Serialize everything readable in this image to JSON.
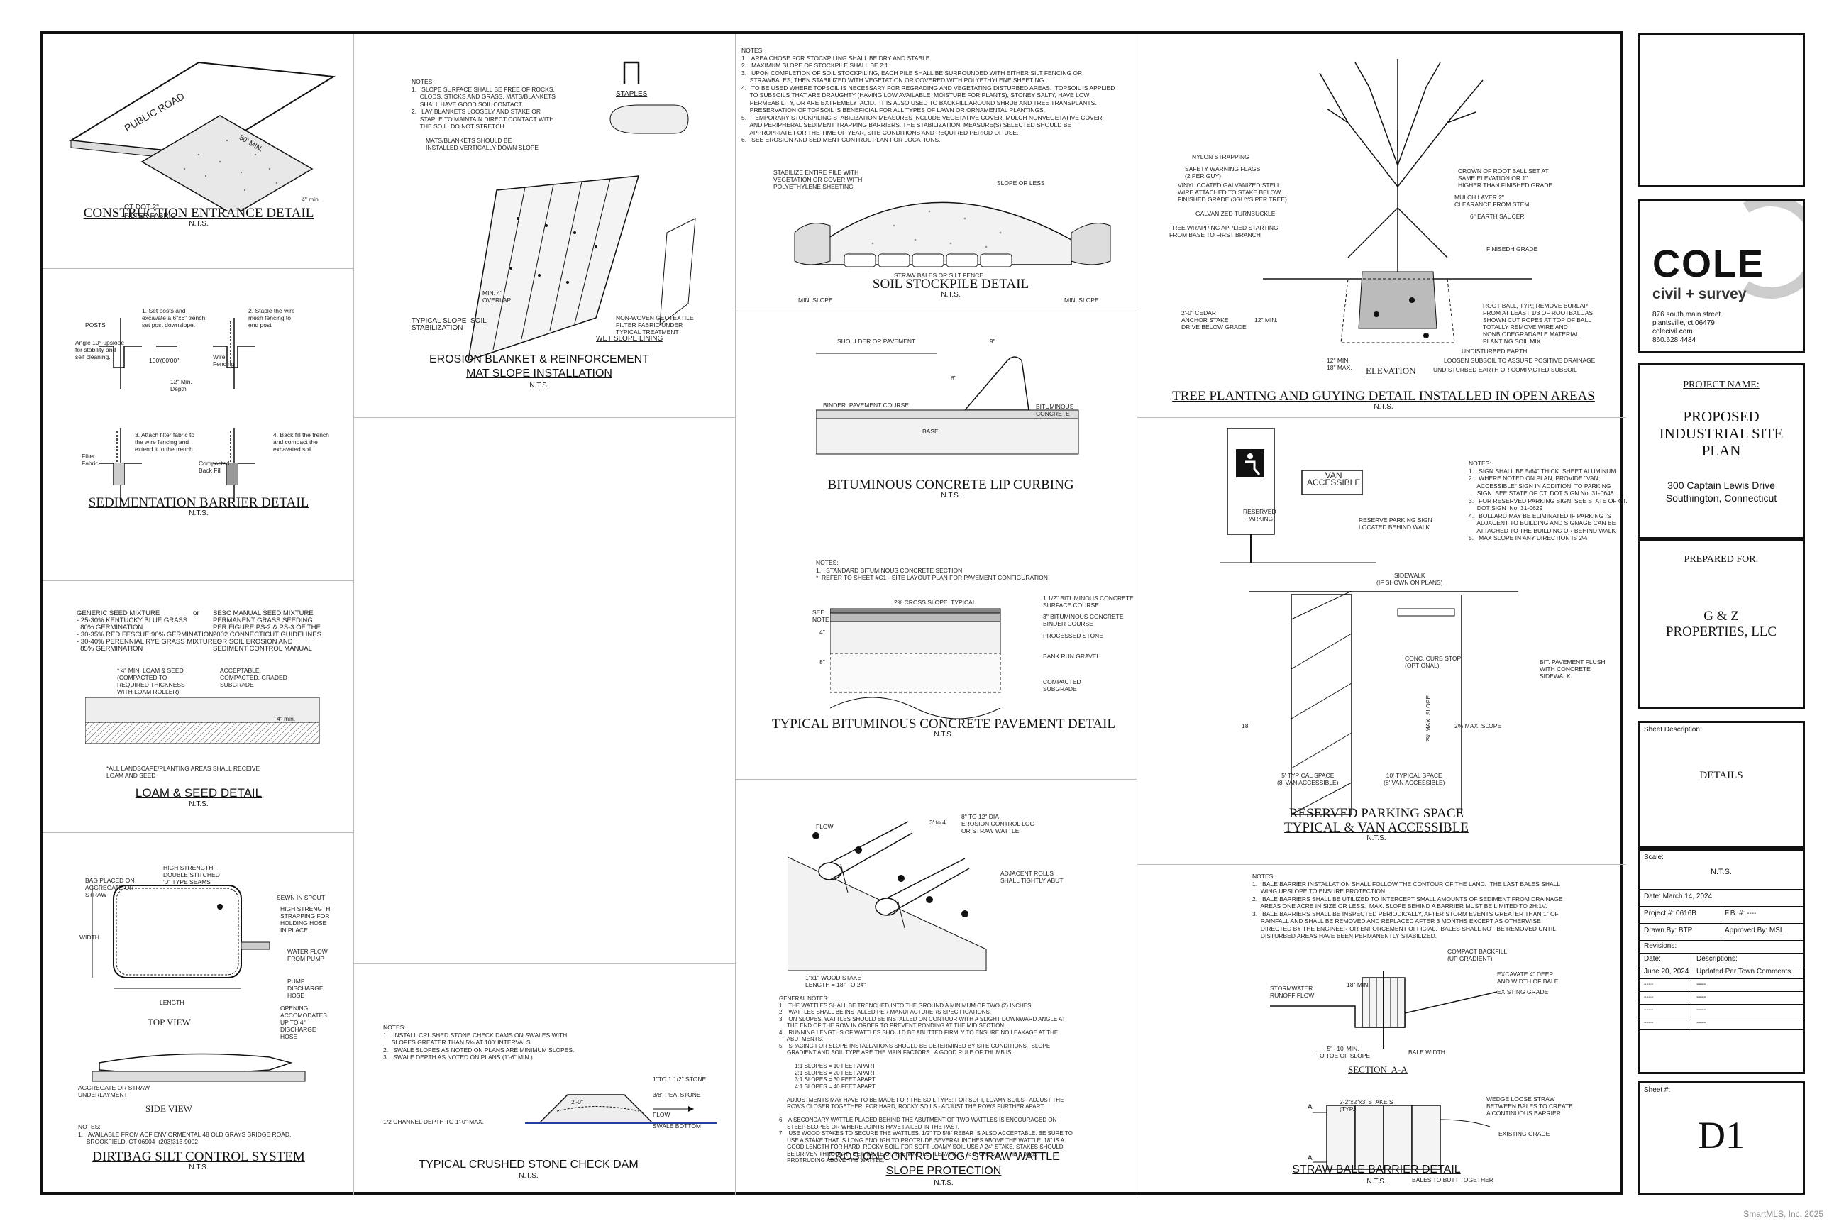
{
  "details": {
    "construction_entrance": {
      "title": "CONSTRUCTION ENTRANCE DETAIL",
      "nts": "N.T.S.",
      "labels": [
        "PUBLIC ROAD",
        "50' MIN.",
        "4\" min.",
        "CT DOT 2\"",
        "FILTER FABRIC"
      ]
    },
    "sedimentation_barrier": {
      "title": "SEDIMENTATION BARRIER DETAIL",
      "nts": "N.T.S.",
      "labels": [
        "1. Set posts and\nexcavate a 6\"x6\" trench,\nset post downslope.",
        "2. Staple the wire\nmesh fencing to\nend post",
        "POSTS",
        "Angle 10° upslope\nfor stability and\nself cleaning.",
        "100'(00'00\"",
        "12\" Min.\nDepth",
        "Wire\nFencing",
        "3. Attach filter fabric to\nthe wire fencing and\nextend it to the trench.",
        "4. Back fill the trench\nand compact the\nexcavated soil",
        "Filter\nFabric.",
        "Compacted\nBack Fill"
      ]
    },
    "loam_seed": {
      "title": "LOAM & SEED DETAIL",
      "nts": "N.T.S.",
      "generic": "GENERIC SEED MIXTURE\n- 25-30% KENTUCKY BLUE GRASS\n  80% GERMINATION\n- 30-35% RED FESCUE 90% GERMINATION\n- 30-40% PERENNIAL RYE GRASS MIXTURES\n  85% GERMINATION",
      "or": "or",
      "sesc": "SESC MANUAL SEED MIXTURE\nPERMANENT GRASS SEEDING\nPER FIGURE PS-2 & PS-3 OF THE\n2002 CONNECTICUT GUIDELINES\nFOR SOIL EROSION AND\nSEDIMENT CONTROL MANUAL",
      "labels": [
        "* 4\" MIN. LOAM & SEED\n(COMPACTED TO\nREQUIRED THICKNESS\nWITH LOAM ROLLER)",
        "ACCEPTABLE,\nCOMPACTED, GRADED\nSUBGRADE",
        "4\" min.",
        "*ALL LANDSCAPE/PLANTING AREAS SHALL RECEIVE\nLOAM AND SEED"
      ]
    },
    "dirtbag": {
      "title": "DIRTBAG SILT CONTROL SYSTEM",
      "nts": "N.T.S.",
      "top": "TOP VIEW",
      "side": "SIDE VIEW",
      "labels": [
        "BAG PLACED ON\nAGGREGATE OR\nSTRAW",
        "HIGH STRENGTH\nDOUBLE STITCHED\n\"J\" TYPE SEAMS",
        "SEWN IN SPOUT",
        "HIGH STRENGTH\nSTRAPPING FOR\nHOLDING HOSE\nIN PLACE",
        "WATER FLOW\nFROM PUMP",
        "PUMP\nDISCHARGE\nHOSE",
        "OPENING\nACCOMODATES\nUP TO 4\"\nDISCHARGE\nHOSE",
        "WIDTH",
        "LENGTH",
        "AGGREGATE OR STRAW\nUNDERLAYMENT"
      ],
      "notes": "NOTES:\n1.   AVAILABLE FROM ACF ENVIORMENTAL 48 OLD GRAYS BRIDGE ROAD,\n     BROOKFIELD, CT 06904  (203)313-9002"
    },
    "erosion_blanket": {
      "title1": "EROSION BLANKET & REINFORCEMENT",
      "title2": "MAT SLOPE INSTALLATION",
      "nts": "N.T.S.",
      "sub1": "TYPICAL SLOPE  SOIL\nSTABILIZATION",
      "sub2": "WET SLOPE LINING",
      "staples": "STAPLES",
      "notes": "NOTES:\n1.   SLOPE SURFACE SHALL BE FREE OF ROCKS,\n     CLODS, STICKS AND GRASS. MATS/BLANKETS\n     SHALL HAVE GOOD SOIL CONTACT.\n2.   LAY BLANKETS LOOSELY AND STAKE OR\n     STAPLE TO MAINTAIN DIRECT CONTACT WITH\n     THE SOIL. DO NOT STRETCH.",
      "labels": [
        "MATS/BLANKETS SHOULD BE\nINSTALLED VERTICALLY DOWN SLOPE",
        "MIN. 4\"\nOVERLAP",
        "NON-WOVEN GEOTEXTILE\nFILTER FABRIC UNDER\nTYPICAL TREATMENT"
      ]
    },
    "check_dam": {
      "title": "TYPICAL CRUSHED STONE CHECK DAM",
      "nts": "N.T.S.",
      "notes": "NOTES:\n1.   INSTALL CRUSHED STONE CHECK DAMS ON SWALES WITH\n     SLOPES GREATER THAN 5% AT 100' INTERVALS.\n2.   SWALE SLOPES AS NOTED ON PLANS ARE MINIMUM SLOPES.\n3.   SWALE DEPTH AS NOTED ON PLANS (1'-6\" MIN.)",
      "labels": [
        "1\"TO 1 1/2\" STONE",
        "3/8\" PEA  STONE",
        "2'-0\"",
        "FLOW",
        "SWALE BOTTOM",
        "1/2 CHANNEL DEPTH TO 1'-0\" MAX."
      ]
    },
    "soil_stockpile": {
      "title": "SOIL STOCKPILE DETAIL",
      "nts": "N.T.S.",
      "notes": "NOTES:\n1.   AREA CHOSE FOR STOCKPILING SHALL BE DRY AND STABLE.\n2.   MAXIMUM SLOPE OF STOCKPILE SHALL BE 2:1.\n3.   UPON COMPLETION OF SOIL STOCKPILING, EACH PILE SHALL BE SURROUNDED WITH EITHER SILT FENCING OR\n     STRAWBALES, THEN STABILIZED WITH VEGETATION OR COVERED WITH POLYETHYLENE SHEETING.\n4.   TO BE USED WHERE TOPSOIL IS NECESSARY FOR REGRADING AND VEGETATING DISTURBED AREAS.  TOPSOIL IS APPLIED\n     TO SUBSOILS THAT ARE DRAUGHTY (HAVING LOW AVAILABLE  MOISTURE FOR PLANTS), STONEY SALTY, HAVE LOW\n     PERMEABILITY, OR ARE EXTREMELY  ACID.  IT IS ALSO USED TO BACKFILL AROUND SHRUB AND TREE TRANSPLANTS.\n     PRESERVATION OF TOPSOIL IS BENEFICIAL FOR ALL TYPES OF LAWN OR ORNAMENTAL PLANTINGS.\n5.   TEMPORARY STOCKPILING STABILIZATION MEASURES INCLUDE VEGETATIVE COVER, MULCH NONVEGETATIVE COVER,\n     AND PERIPHERAL SEDIMENT TRAPPING BARRIERS. THE STABILIZATION  MEASURE(S) SELECTED SHOULD BE\n     APPROPRIATE FOR THE TIME OF YEAR, SITE CONDITIONS AND REQUIRED PERIOD OF USE.\n6.   SEE EROSION AND SEDIMENT CONTROL PLAN FOR LOCATIONS.",
      "labels": [
        "STABILIZE ENTIRE PILE WITH\nVEGETATION OR COVER WITH\nPOLYETHYLENE SHEETING",
        "SLOPE OR LESS",
        "STRAW BALES OR SILT FENCE",
        "MIN. SLOPE"
      ]
    },
    "lip_curbing": {
      "title": "BITUMINOUS CONCRETE LIP CURBING",
      "nts": "N.T.S.",
      "labels": [
        "SHOULDER OR PAVEMENT",
        "9\"",
        "BINDER  PAVEMENT COURSE",
        "BASE",
        "6\"",
        "BITUMINOUS\nCONCRETE"
      ]
    },
    "pavement": {
      "title": "TYPICAL BITUMINOUS CONCRETE PAVEMENT DETAIL",
      "nts": "N.T.S.",
      "notes": "NOTES:\n1.   STANDARD BITUMINOUS CONCRETE SECTION\n*  REFER TO SHEET #C1 - SITE LAYOUT PLAN FOR PAVEMENT CONFIGURATION",
      "labels": [
        "2% CROSS SLOPE  TYPICAL",
        "1 1/2\" BITUMINOUS CONCRETE\nSURFACE COURSE",
        "3\" BITUMINOUS CONCRETE\nBINDER COURSE",
        "PROCESSED STONE",
        "BANK RUN GRAVEL",
        "COMPACTED\nSUBGRADE",
        "SEE\nNOTE",
        "4\"",
        "8\""
      ]
    },
    "wattle": {
      "title1": "EROSION CONTROL LOG/ STRAW WATTLE",
      "title2": "SLOPE PROTECTION",
      "nts": "N.T.S.",
      "labels": [
        "FLOW",
        "3' to 4'",
        "8\" TO 12\" DIA\nEROSION CONTROL LOG\nOR STRAW WATTLE",
        "ADJACENT ROLLS\nSHALL TIGHTLY ABUT",
        "1\"x1\" WOOD STAKE\nLENGTH = 18\" TO 24\""
      ],
      "notes": "GENERAL NOTES:\n1.   THE WATTLES SHALL BE TRENCHED INTO THE GROUND A MINIMUM OF TWO (2) INCHES.\n2.   WATTLES SHALL BE INSTALLED PER MANUFACTURERS SPECIFICATIONS.\n3.   ON SLOPES, WATTLES SHOULD BE INSTALLED ON CONTOUR WITH A SLIGHT DOWNWARD ANGLE AT\n     THE END OF THE ROW IN ORDER TO PREVENT PONDING AT THE MID SECTION.\n4.   RUNNING LENGTHS OF WATTLES SHOULD BE ABUTTED FIRMLY TO ENSURE NO LEAKAGE AT THE\n     ABUTMENTS.\n5.   SPACING FOR SLOPE INSTALLATIONS SHOULD BE DETERMINED BY SITE CONDITIONS.  SLOPE\n     GRADIENT AND SOIL TYPE ARE THE MAIN FACTORS.  A GOOD RULE OF THUMB IS:\n\n          1:1 SLOPES = 10 FEET APART\n          2:1 SLOPES = 20 FEET APART\n          3:1 SLOPES = 30 FEET APART\n          4:1 SLOPES = 40 FEET APART\n\n     ADJUSTMENTS MAY HAVE TO BE MADE FOR THE SOIL TYPE: FOR SOFT, LOAMY SOILS - ADJUST THE\n     ROWS CLOSER TOGETHER; FOR HARD, ROCKY SOILS - ADJUST THE ROWS FURTHER APART.\n\n6.   A SECONDARY WATTLE PLACED BEHIND THE ABUTMENT OF TWO WATTLES IS ENCOURAGED ON\n     STEEP SLOPES OR WHERE JOINTS HAVE FAILED IN THE PAST.\n7.   USE WOOD STAKES TO SECURE THE WATTLES. 1/2\" TO 5/8\" REBAR IS ALSO ACCEPTABLE. BE SURE TO\n     USE A STAKE THAT IS LONG ENOUGH TO PROTRUDE SEVERAL INCHES ABOVE THE WATTLE. 18\" IS A\n     GOOD LENGTH FOR HARD, ROCKY SOIL. FOR SOFT LOAMY SOIL USE A 24\" STAKE. STAKES SHOULD\n     BE DRIVEN THROUGH THE MIDDLE OF THE WATTLE.  LEAVING 2 - 3 INCHES OF THE STAKE\n     PROTRUDING ABOVE THE WATTLE."
    },
    "tree": {
      "title": "TREE PLANTING AND GUYING DETAIL INSTALLED IN OPEN AREAS",
      "nts": "N.T.S.",
      "elevation": "ELEVATION",
      "left_labels": [
        "NYLON STRAPPING",
        "SAFETY WARNING FLAGS\n(2 PER GUY)",
        "VINYL COATED GALVANIZED STELL\nWIRE ATTACHED TO STAKE BELOW\nFINISHED GRADE (3GUYS PER TREE)",
        "GALVANIZED TURNBUCKLE",
        "TREE WRAPPING APPLIED STARTING\nFROM BASE TO FIRST BRANCH",
        "2'-0\" CEDAR\nANCHOR STAKE\nDRIVE BELOW GRADE",
        "12\" MIN.",
        "12\" MIN.\n18\" MAX."
      ],
      "right_labels": [
        "CROWN OF ROOT BALL SET AT\nSAME ELEVATION OR 1\"\nHIGHER THAN FINISHED GRADE",
        "MULCH LAYER 2\"\nCLEARANCE FROM STEM",
        "6\" EARTH SAUCER",
        "FINISEDH GRADE",
        "ROOT BALL, TYP.; REMOVE BURLAP\nFROM AT LEAST 1/3 OF ROOTBALL AS\nSHOWN CUT ROPES AT TOP OF BALL\nTOTALLY REMOVE WIRE AND\nNONBIODEGRADABLE MATERIAL",
        "PLANTING SOIL MIX",
        "UNDISTURBED EARTH",
        "LOOSEN SUBSOIL TO ASSURE POSITIVE DRAINAGE",
        "UNDISTURBED EARTH OR COMPACTED SUBSOIL"
      ]
    },
    "parking": {
      "title1": "RESERVED PARKING SPACE",
      "title2": "TYPICAL & VAN ACCESSIBLE",
      "nts": "N.T.S.",
      "van": "VAN\nACCESSIBLE",
      "reserved": "RESERVED\nPARKING",
      "notes": "NOTES:\n1.   SIGN SHALL BE 5/64\" THICK  SHEET ALUMINUM\n2.   WHERE NOTED ON PLAN, PROVIDE \"VAN\n     ACCESSIBLE\" SIGN IN ADDITION  TO PARKING\n     SIGN. SEE STATE OF CT. DOT SIGN No. 31-0648\n3.   FOR RESERVED PARKING SIGN  SEE STATE OF CT.\n     DOT SIGN  No. 31-0629\n4.   BOLLARD MAY BE ELIMINATED IF PARKING IS\n     ADJACENT TO BUILDING AND SIGNAGE CAN BE\n     ATTACHED TO THE BUILDING OR BEHIND WALK\n5.   MAX SLOPE IN ANY DIRECTION IS 2%",
      "labels": [
        "RESERVE PARKING SIGN\nLOCATED BEHIND WALK",
        "SIDEWALK\n(IF SHOWN ON PLANS)",
        "CONC. CURB STOP\n(OPTIONAL)",
        "BIT. PAVEMENT FLUSH\nWITH CONCRETE\nSIDEWALK",
        "2% MAX. SLOPE",
        "2% MAX. SLOPE",
        "18'",
        "5' TYPICAL SPACE\n(8' VAN ACCESSIBLE)",
        "10' TYPICAL SPACE\n(8' VAN ACCESSIBLE)"
      ]
    },
    "bale": {
      "title": "STRAW BALE BARRIER DETAIL",
      "nts": "N.T.S.",
      "section": "SECTION  A-A",
      "notes": "NOTES:\n1.   BALE BARRIER INSTALLATION SHALL FOLLOW THE CONTOUR OF THE LAND.  THE LAST BALES SHALL\n     WING UPSLOPE TO ENSURE PROTECTION.\n2.   BALE BARRIERS SHALL BE UTILIZED TO INTERCEPT SMALL AMOUNTS OF SEDIMENT FROM DRAINAGE\n     AREAS ONE ACRE IN SIZE OR LESS.  MAX. SLOPE BEHIND A BARRIER MUST BE LIMITED TO 2H:1V.\n3.   BALE BARRIERS SHALL BE INSPECTED PERIODICALLY, AFTER STORM EVENTS GREATER THAN 1\" OF\n     RAINFALL AND SHALL BE REMOVED AND REPLACED AFTER 3 MONTHS EXCEPT AS OTHERWISE\n     DIRECTED BY THE ENGINEER OR ENFORCEMENT OFFICIAL.  BALES SHALL NOT BE REMOVED UNTIL\n     DISTURBED AREAS HAVE BEEN PERMANENTLY STABILIZED.",
      "labels": [
        "COMPACT BACKFILL\n(UP GRADIENT)",
        "EXCAVATE 4\" DEEP\nAND WIDTH OF BALE",
        "EXISTING GRADE",
        "STORMWATER\nRUNOFF FLOW",
        "18\" MIN.",
        "5' - 10' MIN.\nTO TOE OF SLOPE",
        "BALE WIDTH",
        "2-2\"x2\"x3' STAKE S\n(TYP.)",
        "WEDGE LOOSE STRAW\nBETWEEN BALES TO CREATE\nA CONTINUOUS BARRIER",
        "EXISTING GRADE",
        "BALES TO BUTT TOGETHER",
        "A",
        "A"
      ]
    }
  },
  "title_block": {
    "logo_word": "COLE",
    "logo_sub": "civil + survey",
    "address": "876 south main street\nplantsville, ct 06479\ncolecivil.com\n860.628.4484",
    "project_label": "PROJECT NAME:",
    "project_name": "PROPOSED\nINDUSTRIAL SITE\nPLAN",
    "project_address": "300 Captain Lewis Drive\nSouthington, Connecticut",
    "prepared_label": "PREPARED FOR:",
    "prepared_name": "G & Z\nPROPERTIES, LLC",
    "sheet_desc_label": "Sheet Description:",
    "sheet_desc": "DETAILS",
    "scale_label": "Scale:",
    "scale": "N.T.S.",
    "date": "Date:  March 14, 2024",
    "project_no": "Project #: 0616B",
    "fb": "F.B. #:  ----",
    "drawn": "Drawn By: BTP",
    "approved": "Approved By: MSL",
    "revisions_label": "Revisions:",
    "rev_date_hdr": "Date:",
    "rev_desc_hdr": "Descriptions:",
    "revisions": [
      {
        "date": "June 20, 2024",
        "desc": "Updated Per Town Comments"
      },
      {
        "date": "----",
        "desc": "----"
      },
      {
        "date": "----",
        "desc": "----"
      },
      {
        "date": "----",
        "desc": "----"
      },
      {
        "date": "----",
        "desc": "----"
      }
    ],
    "sheet_no_label": "Sheet #:",
    "sheet_no": "D1"
  },
  "footer": "SmartMLS, Inc.  2025"
}
